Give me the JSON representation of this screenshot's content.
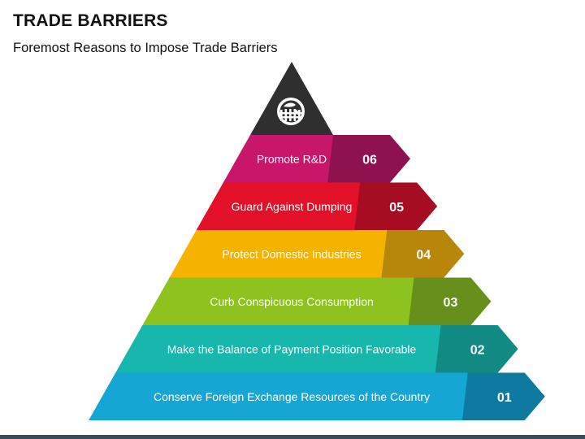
{
  "header": {
    "title": "TRADE BARRIERS",
    "subtitle": "Foremost Reasons to Impose Trade Barriers"
  },
  "pyramid": {
    "top_icon": "globe-fence-icon",
    "top_color": "#2f2f2f",
    "levels": [
      {
        "label": "Promote R&D",
        "number": "06",
        "color": "#c8176b",
        "tab_color": "#8f1250"
      },
      {
        "label": "Guard Against Dumping",
        "number": "05",
        "color": "#e3102a",
        "tab_color": "#a70d22"
      },
      {
        "label": "Protect Domestic Industries",
        "number": "04",
        "color": "#f5b300",
        "tab_color": "#b8860a"
      },
      {
        "label": "Curb Conspicuous Consumption",
        "number": "03",
        "color": "#8dc21f",
        "tab_color": "#66901b"
      },
      {
        "label": "Make the Balance of Payment Position Favorable",
        "number": "02",
        "color": "#17b7ad",
        "tab_color": "#108a83"
      },
      {
        "label": "Conserve Foreign Exchange Resources of the Country",
        "number": "01",
        "color": "#15a6d3",
        "tab_color": "#0e7aa0"
      }
    ]
  }
}
